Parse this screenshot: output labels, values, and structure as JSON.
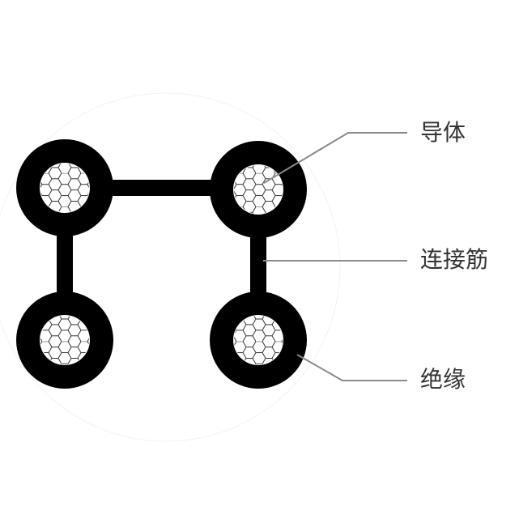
{
  "labels": {
    "conductor": "导体",
    "connecting_rib": "连接筋",
    "insulation": "绝缘"
  },
  "colors": {
    "insulation": "#000000",
    "leader_line": "#8a8a8a",
    "text": "#333333"
  }
}
